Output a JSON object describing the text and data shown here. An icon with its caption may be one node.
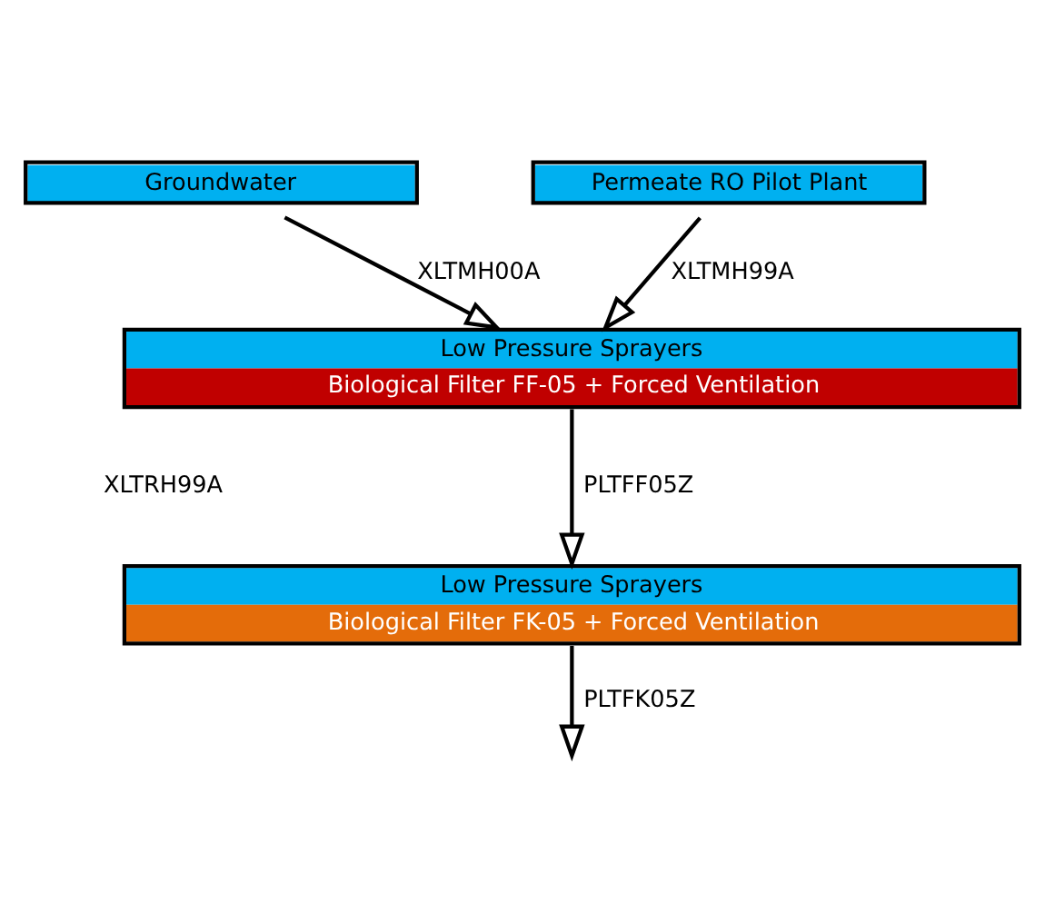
{
  "diagram": {
    "nodes": [
      {
        "text": [
          "Groundwater"
        ]
      },
      {
        "text": [
          "Permeate RO Pilot Plant"
        ]
      },
      {
        "text": [
          "Low Pressure Sprayers",
          "Biological Filter FF-05 + Forced Ventilation"
        ]
      },
      {
        "text": [
          "Low Pressure Sprayers",
          "Biological Filter FK-05 + Forced Ventilation"
        ]
      }
    ],
    "edges": [
      {
        "from": 0,
        "to": 2,
        "arrow": "to",
        "label": "XLTMH00A"
      },
      {
        "from": 1,
        "to": 2,
        "arrow": "to",
        "label": "XLTMH99A"
      },
      {
        "from": 2,
        "to": 3,
        "arrow": "to",
        "label": "PLTFF05Z"
      },
      {
        "from": 3,
        "to": null,
        "arrow": "to",
        "label": "PLTFK05Z"
      }
    ],
    "labels": [
      "XLTRH99A"
    ]
  }
}
